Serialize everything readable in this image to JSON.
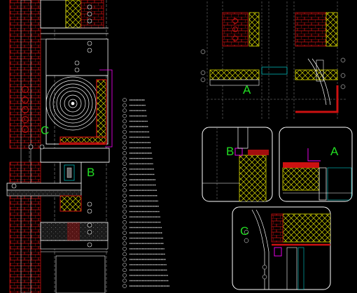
{
  "colors": {
    "background": "#000000",
    "brick": "#cc1111",
    "insulation": "#d8d800",
    "line_white": "#ffffff",
    "line_grey": "#8a8a8a",
    "callout_green": "#22dd22",
    "accent_magenta": "#ff00ff",
    "accent_cyan": "#00cccc"
  },
  "callouts": {
    "main_b": "B",
    "main_c": "C",
    "right_a": "A",
    "detail_b": "B",
    "detail_a": "A",
    "detail_c": "C"
  },
  "legend": {
    "items": [
      "",
      "",
      "",
      "",
      "",
      "",
      "",
      "",
      "",
      "",
      "",
      "",
      "",
      "",
      "",
      "",
      "",
      "",
      "",
      "",
      "",
      "",
      "",
      "",
      "",
      "",
      "",
      "",
      "",
      "",
      "",
      "",
      "",
      "",
      "",
      ""
    ]
  }
}
